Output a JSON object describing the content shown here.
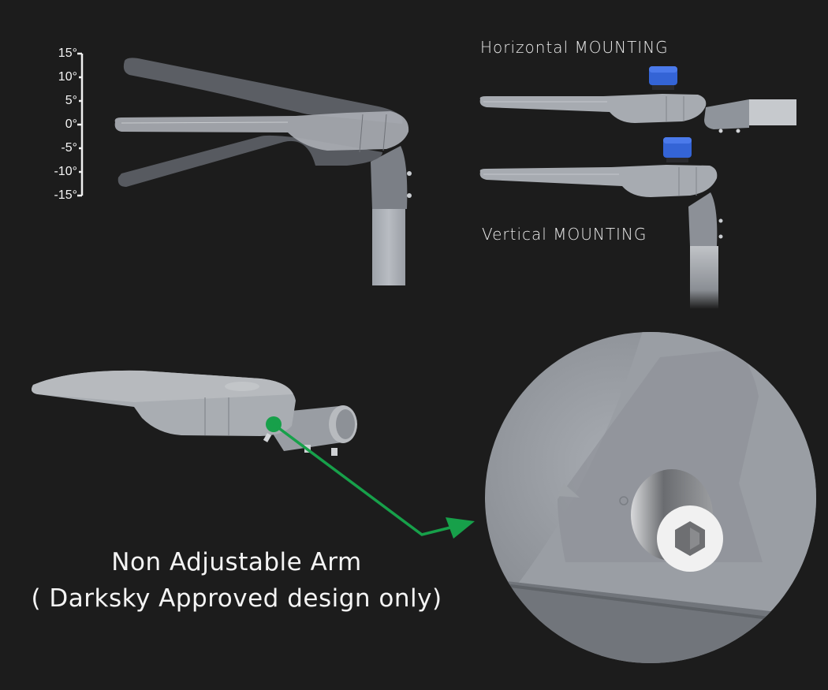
{
  "angle_scale": {
    "ticks": [
      "15°",
      "10°",
      "5°",
      "0°",
      "-5°",
      "-10°",
      "-15°"
    ]
  },
  "labels": {
    "horizontal_mounting": "Horizontal MOUNTING",
    "vertical_mounting": "Vertical  MOUNTING"
  },
  "caption": {
    "line1": "Non Adjustable Arm",
    "line2": "( Darksky Approved design only)"
  },
  "colors": {
    "background": "#1c1c1c",
    "housing_gray": "#a8acb2",
    "sensor_blue": "#2f5fcf",
    "pointer_green": "#17a04a",
    "text": "#f2f2f2"
  },
  "illustrations": {
    "tilt_view": "street-light-tilt-range",
    "horizontal_view": "street-light-horizontal-mount",
    "vertical_view": "street-light-vertical-mount",
    "perspective_view": "street-light-perspective",
    "detail_view": "hex-screw-detail-closeup"
  }
}
